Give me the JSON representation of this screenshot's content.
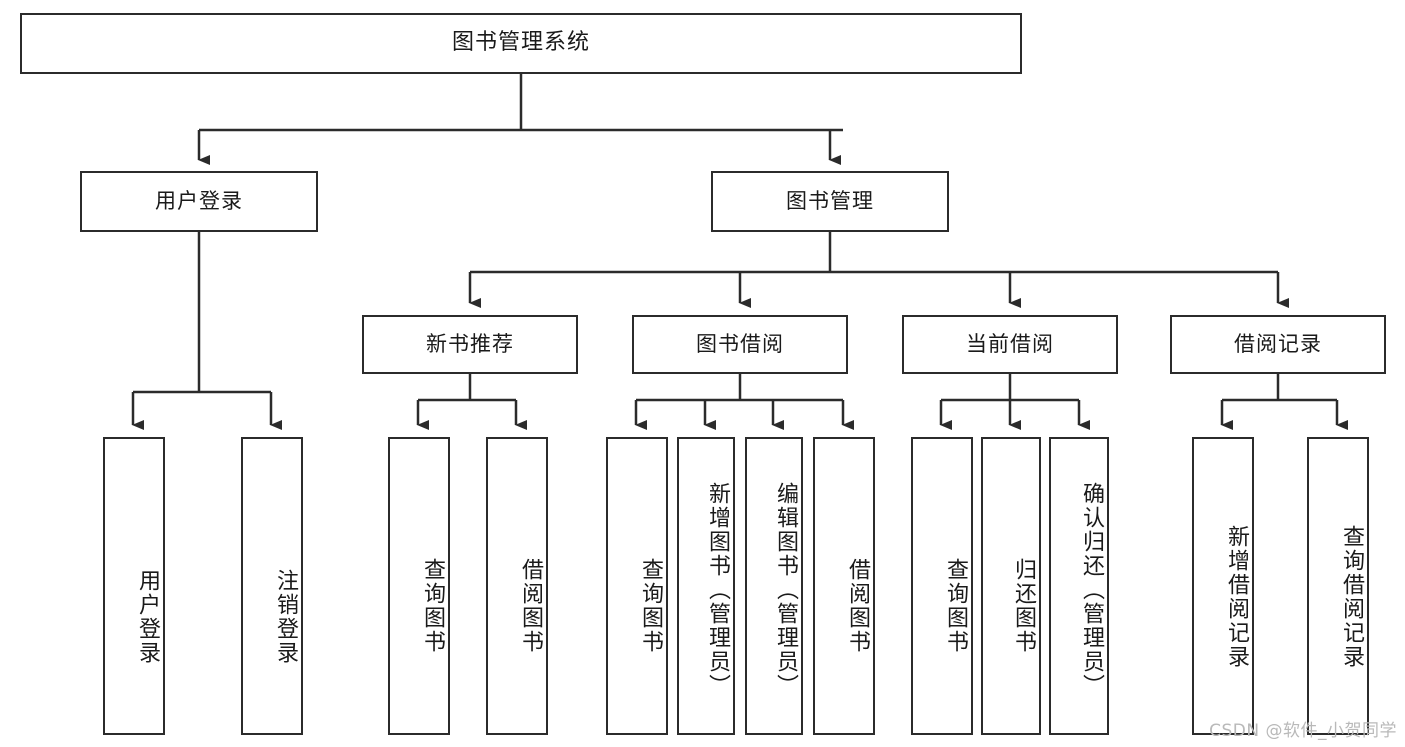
{
  "diagram": {
    "title": "图书管理系统",
    "watermark": "CSDN @软件_小贺同学",
    "line_color": "#2b2b2b",
    "box_fill": "#ffffff",
    "text_color": "#1a1a1a",
    "watermark_color": "#b9b9b9"
  },
  "root": {
    "label": "图书管理系统"
  },
  "level2": {
    "user_login": "用户登录",
    "book_manage": "图书管理"
  },
  "level3": {
    "new_book_recommend": "新书推荐",
    "book_borrow": "图书借阅",
    "current_borrow": "当前借阅",
    "borrow_record": "借阅记录"
  },
  "leaves": {
    "user_login": [
      "用户登录",
      "注销登录"
    ],
    "new_book_recommend": [
      "查询图书",
      "借阅图书"
    ],
    "book_borrow": [
      "查询图书",
      "新增图书（管理员）",
      "编辑图书（管理员）",
      "借阅图书"
    ],
    "current_borrow": [
      "查询图书",
      "归还图书",
      "确认归还（管理员）"
    ],
    "borrow_record": [
      "新增借阅记录",
      "查询借阅记录"
    ]
  }
}
